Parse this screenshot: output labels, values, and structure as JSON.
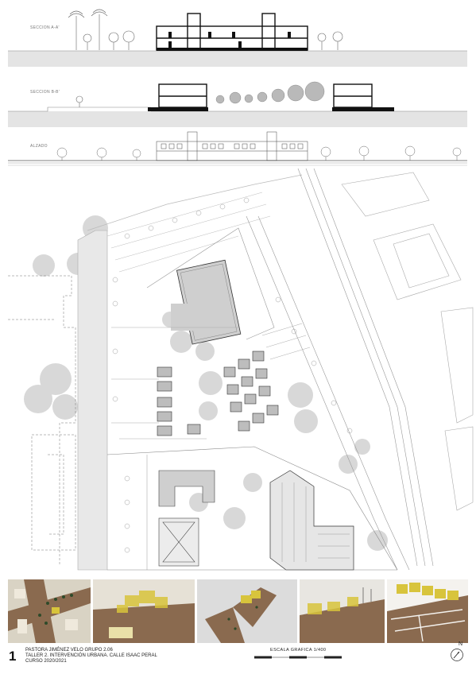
{
  "sections": {
    "section_a_label": "SECCION A-A'",
    "section_b_label": "SECCION B-B'",
    "elevation_label": "ALZADO"
  },
  "footer": {
    "sheet_number": "1",
    "line1": "PASTORA JIMÉNEZ VELO GRUPO 2.06",
    "line2": "TALLER 2. INTERVENCIÓN URBANA. CALLE ISAAC PERAL",
    "line3": "CURSO 2020/2021",
    "scale_label": "ESCALA GRAFICA 1/400",
    "north_label": "N"
  },
  "colors": {
    "ground_hatch": "#e3e3e3",
    "building_fill": "#cfcfcf",
    "tree_fill": "#d8d8d8",
    "model_cork": "#8a6a4f",
    "model_yellow": "#d8c43c"
  }
}
